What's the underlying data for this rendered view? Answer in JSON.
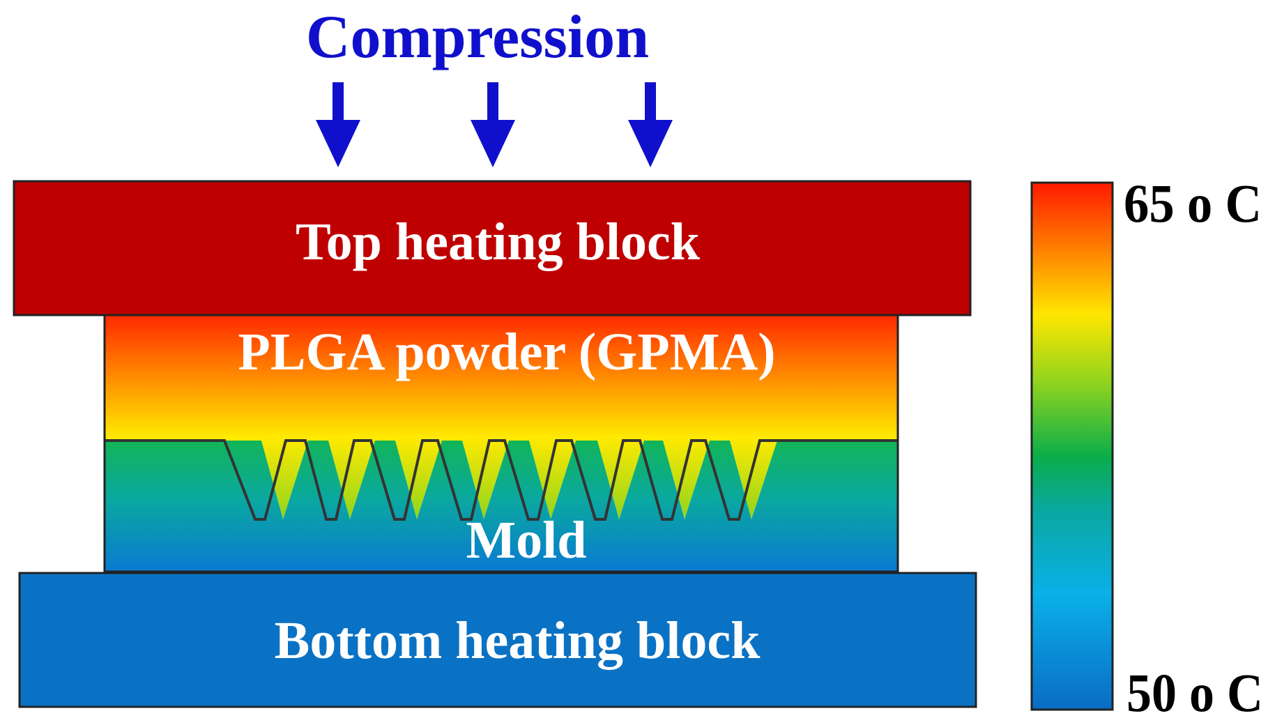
{
  "diagram": {
    "compression_label": "Compression",
    "top_block_label": "Top heating block",
    "powder_label": "PLGA powder (GPMA)",
    "mold_label": "Mold",
    "bottom_block_label": "Bottom heating block"
  },
  "scale": {
    "max_label": "65 o C",
    "min_label": "50 o C",
    "max_value": 65,
    "min_value": 50,
    "unit": "°C"
  },
  "colors": {
    "top_block": "#bf0000",
    "bottom_block": "#0a72c4",
    "arrow": "#1010cc",
    "outline": "#222222",
    "colormap": [
      "#ff1a00",
      "#ff8c00",
      "#ffee00",
      "#7ed321",
      "#0aad5a",
      "#0aa8a8",
      "#0aa8e8",
      "#0a6cc4"
    ]
  },
  "icons": {
    "compression_arrow": "down-arrow-icon"
  }
}
